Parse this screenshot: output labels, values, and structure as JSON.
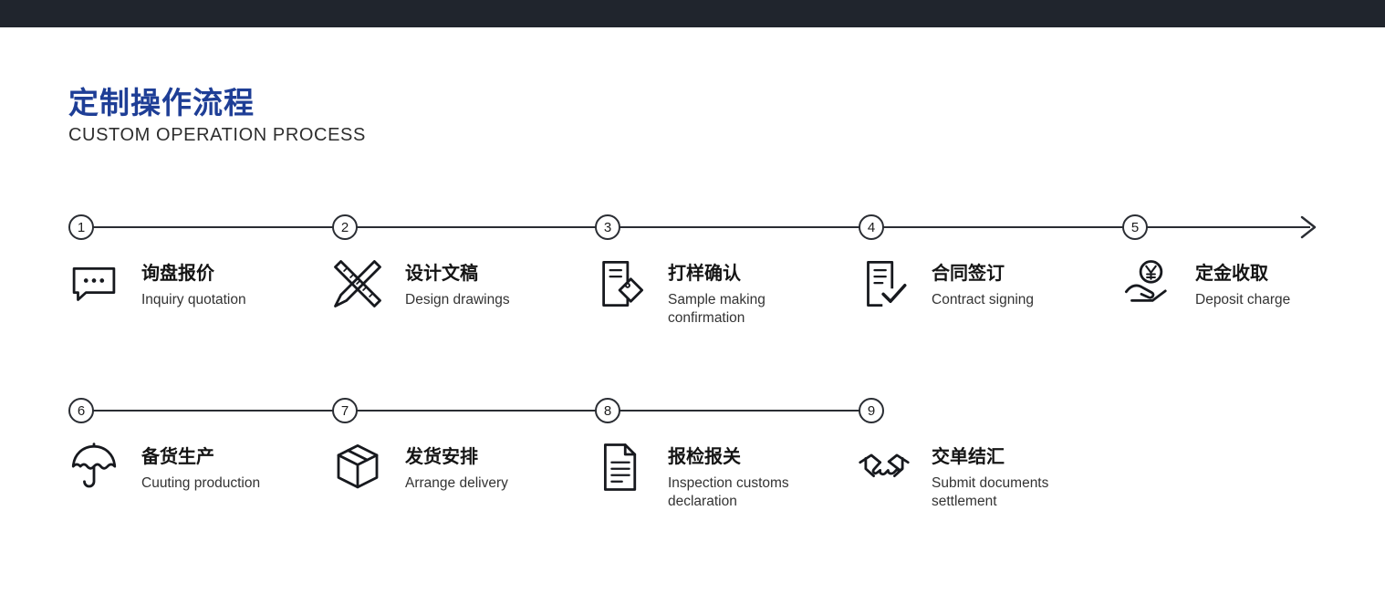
{
  "header": {
    "title": "定制操作流程",
    "subtitle": "CUSTOM OPERATION PROCESS"
  },
  "theme": {
    "top_bar_color": "#20252d",
    "title_color": "#1e3e96",
    "line_color": "#2a2d33",
    "icon_color": "#17191e"
  },
  "rows": [
    {
      "has_arrow": true,
      "steps": [
        {
          "number": "1",
          "icon": "chat-bubble-icon",
          "zh": "询盘报价",
          "en": "Inquiry quotation"
        },
        {
          "number": "2",
          "icon": "ruler-pencil-icon",
          "zh": "设计文稿",
          "en": "Design drawings"
        },
        {
          "number": "3",
          "icon": "document-tag-icon",
          "zh": "打样确认",
          "en": "Sample making confirmation"
        },
        {
          "number": "4",
          "icon": "document-check-icon",
          "zh": "合同签订",
          "en": "Contract signing"
        },
        {
          "number": "5",
          "icon": "hand-coin-icon",
          "zh": "定金收取",
          "en": "Deposit charge"
        }
      ]
    },
    {
      "has_arrow": false,
      "steps": [
        {
          "number": "6",
          "icon": "umbrella-icon",
          "zh": "备货生产",
          "en": "Cuuting production"
        },
        {
          "number": "7",
          "icon": "package-box-icon",
          "zh": "发货安排",
          "en": "Arrange delivery"
        },
        {
          "number": "8",
          "icon": "document-lines-icon",
          "zh": "报检报关",
          "en": "Inspection customs declaration"
        },
        {
          "number": "9",
          "icon": "handshake-icon",
          "zh": "交单结汇",
          "en": "Submit documents settlement"
        }
      ]
    }
  ]
}
